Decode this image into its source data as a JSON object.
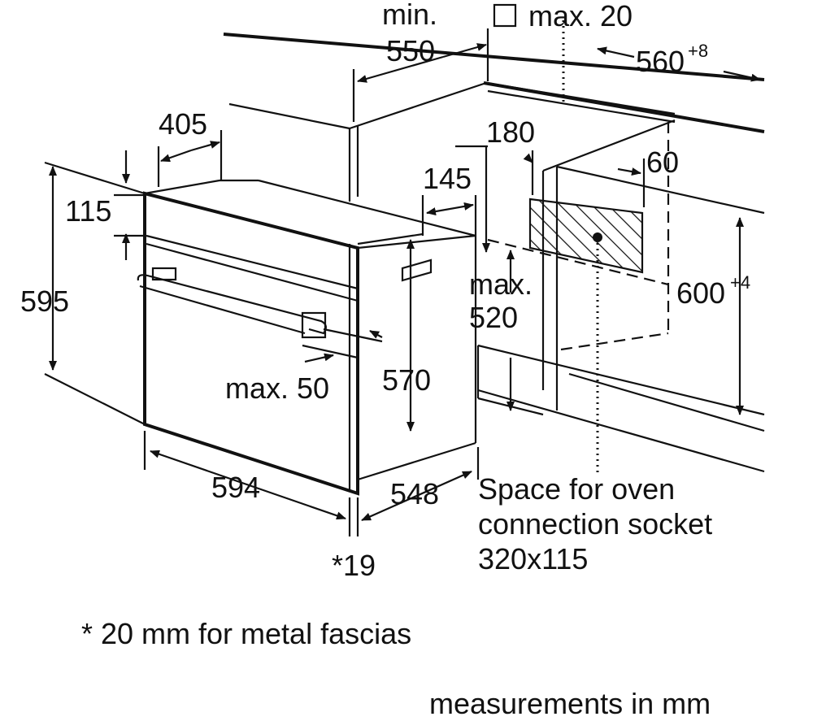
{
  "labels": {
    "min": "min.",
    "d550": "550",
    "max20": "max. 20",
    "d560": "560",
    "d560_tol": "+8",
    "d405": "405",
    "d180": "180",
    "d60": "60",
    "d145": "145",
    "d115": "115",
    "d595": "595",
    "max": "max.",
    "d520": "520",
    "d600": "600",
    "d600_tol": "+4",
    "d570": "570",
    "max50": "max. 50",
    "d594": "594",
    "d548": "548",
    "d19": "*19"
  },
  "socket_note": [
    "Space for oven",
    "connection socket",
    "320x115"
  ],
  "footnote": "* 20 mm for metal fascias",
  "units_note": "measurements in mm"
}
